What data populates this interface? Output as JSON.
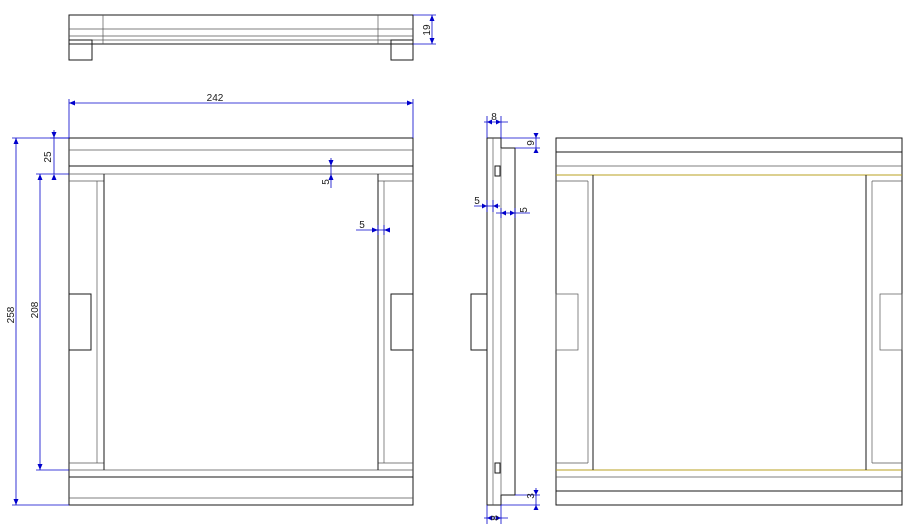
{
  "colors": {
    "outline": "#1a1a1a",
    "thin_line": "#555555",
    "dimension": "#0000cc",
    "hidden_edge": "#b8a020",
    "background": "#ffffff"
  },
  "dimensions": {
    "top_height": "19",
    "overall_width": "242",
    "overall_height": "258",
    "frame_top": "25",
    "inner_height": "208",
    "gap_vertical": "5",
    "gap_horizontal": "5",
    "side_top_width": "8",
    "side_top_depth": "9",
    "side_gap": "5",
    "side_panel": "5",
    "side_bottom_depth": "3",
    "side_bottom_width": "8"
  }
}
